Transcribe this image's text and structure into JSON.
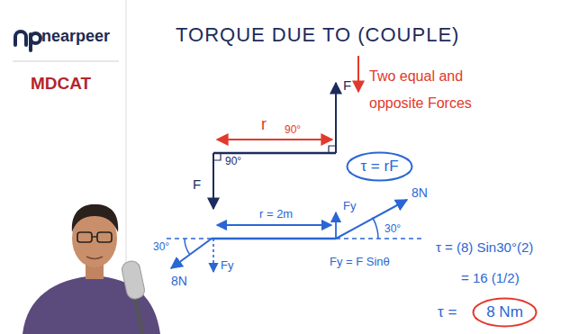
{
  "diagram": {
    "title": "TORQUE DUE TO (COUPLE)",
    "nodes": [
      {
        "text": [
          "τ = rF"
        ]
      },
      {
        "text": [
          "8 Nm"
        ]
      }
    ],
    "labels": [
      "nearpeer",
      "MDCAT",
      "Two equal and opposite Forces",
      "r",
      "90°",
      "F",
      "90°",
      "F",
      "r = 2m",
      "Fy",
      "8N",
      "30°",
      "30°",
      "8N",
      "Fy",
      "Fy = F Sinθ",
      "τ = (8) Sin30°(2)",
      "= 16 (1/2)",
      "τ ="
    ]
  }
}
